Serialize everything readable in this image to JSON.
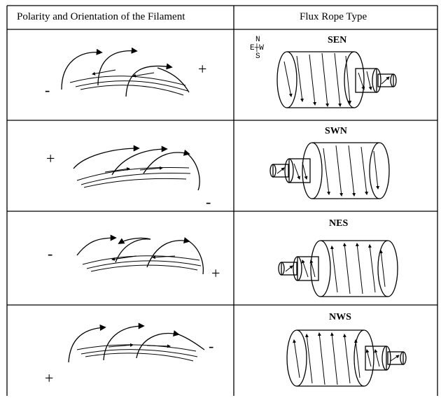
{
  "table": {
    "col1_header": "Polarity and Orientation of the Filament",
    "col2_header": "Flux Rope Type"
  },
  "compass": {
    "n": "N",
    "ew": "E┼W",
    "s": "S"
  },
  "rows": [
    {
      "type": "SEN",
      "left_polarity": "-",
      "right_polarity": "+"
    },
    {
      "type": "SWN",
      "left_polarity": "+",
      "right_polarity": "-"
    },
    {
      "type": "NES",
      "left_polarity": "-",
      "right_polarity": "+"
    },
    {
      "type": "NWS",
      "left_polarity": "+",
      "right_polarity": "-"
    }
  ]
}
